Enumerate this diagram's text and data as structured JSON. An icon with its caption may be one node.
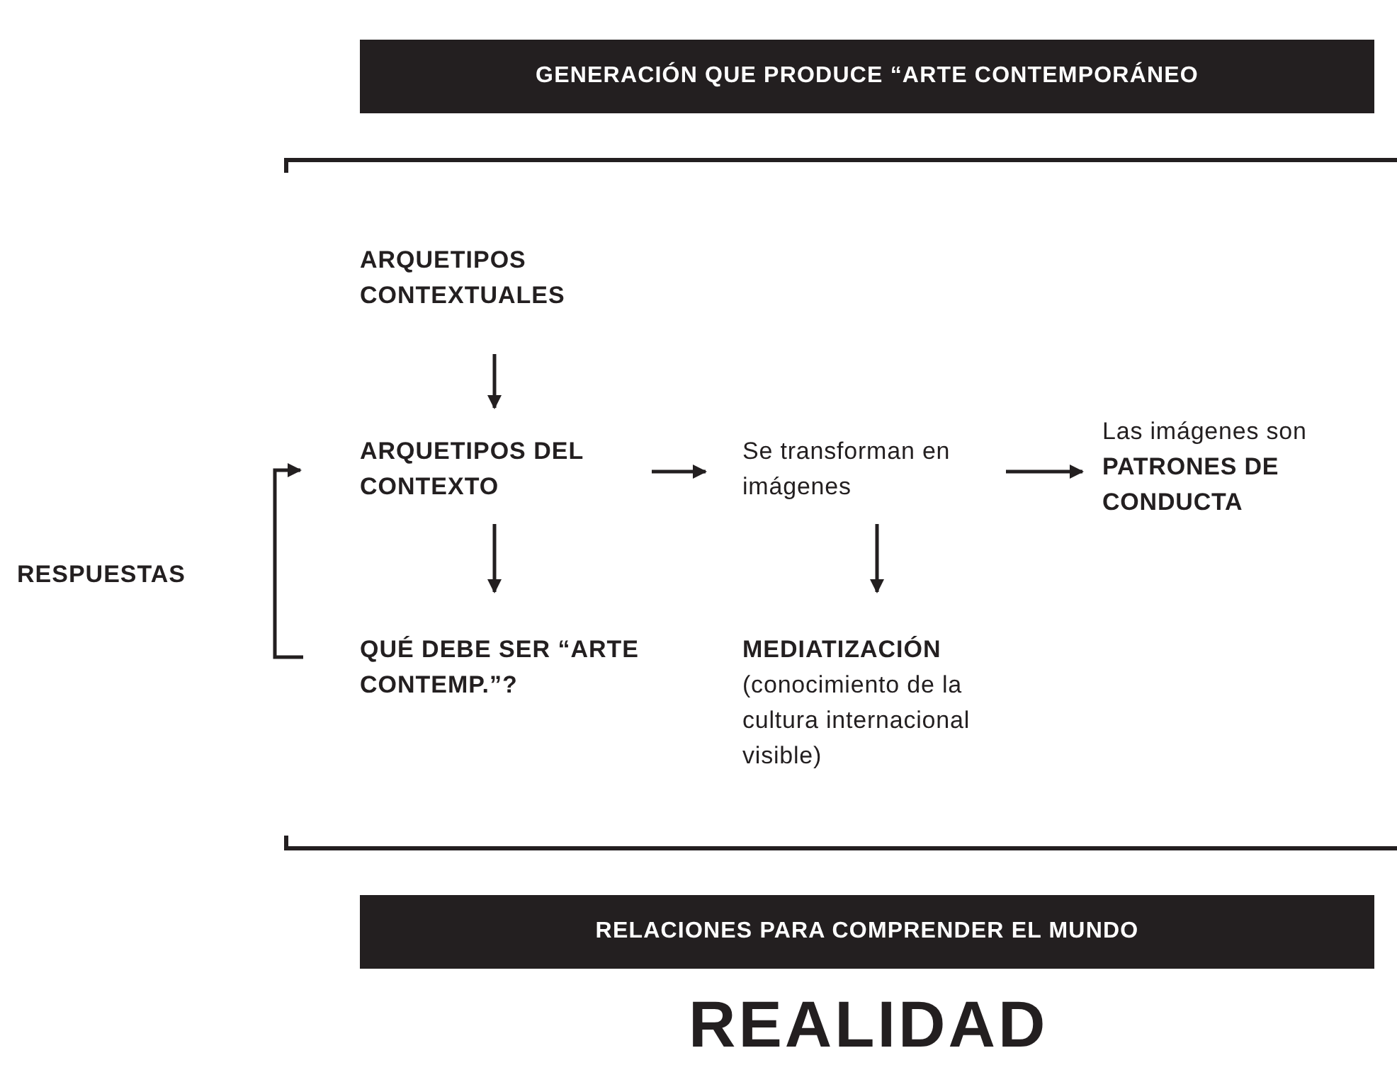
{
  "diagram": {
    "nodes": [
      {
        "text": [
          "GENERACIÓN QUE PRODUCE “ARTE CONTEMPORÁNEO"
        ]
      },
      {
        "text": [
          "ARQUETIPOS CONTEXTUALES"
        ]
      },
      {
        "text": [
          "ARQUETIPOS DEL CONTEXTO"
        ]
      },
      {
        "text": [
          "Se transforman en imágenes"
        ]
      },
      {
        "text": [
          "Las imágenes son **PATRONES DE CONDUCTA**"
        ]
      },
      {
        "text": [
          "QUÉ DEBE SER “ARTE CONTEMP.”?"
        ]
      },
      {
        "text": [
          "MEDIATIZACIÓN",
          "(conocimiento de la cultura internacional visible)"
        ]
      },
      {
        "text": [
          "RELACIONES PARA COMPRENDER EL MUNDO"
        ]
      }
    ],
    "edges": [
      {
        "from": 1,
        "to": 2,
        "arrow": "to"
      },
      {
        "from": 2,
        "to": 3,
        "arrow": "to"
      },
      {
        "from": 3,
        "to": 4,
        "arrow": "to"
      },
      {
        "from": 2,
        "to": 5,
        "arrow": "to"
      },
      {
        "from": 3,
        "to": 6,
        "arrow": "to"
      },
      {
        "from": 5,
        "to": 2,
        "arrow": "to",
        "label": "RESPUESTAS"
      }
    ],
    "labels": [
      "REALIDAD"
    ]
  }
}
